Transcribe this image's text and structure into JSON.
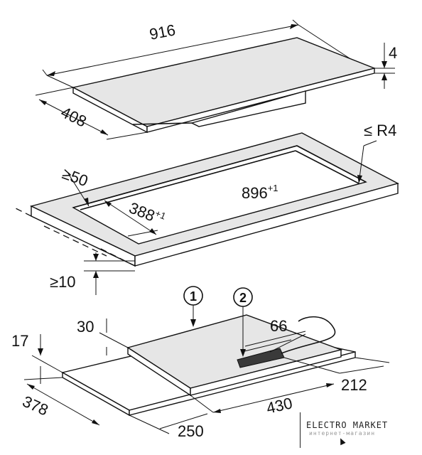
{
  "top_view": {
    "width": "916",
    "depth": "408",
    "thickness": "4"
  },
  "cutout": {
    "radius": "≤ R4",
    "edge_distance": "≥50",
    "length": "896",
    "length_tol": "+1",
    "width": "388",
    "width_tol": "+1",
    "worktop_min": "≥10"
  },
  "base_view": {
    "height_glass": "30",
    "height_base": "17",
    "base_depth": "378",
    "base_width": "250",
    "base_length": "430",
    "offset_back": "212",
    "cable_width": "66",
    "callout_1": "1",
    "callout_2": "2"
  },
  "watermark": {
    "title": "ELECTRO MARKET",
    "subtitle": "интернет-магазин"
  }
}
